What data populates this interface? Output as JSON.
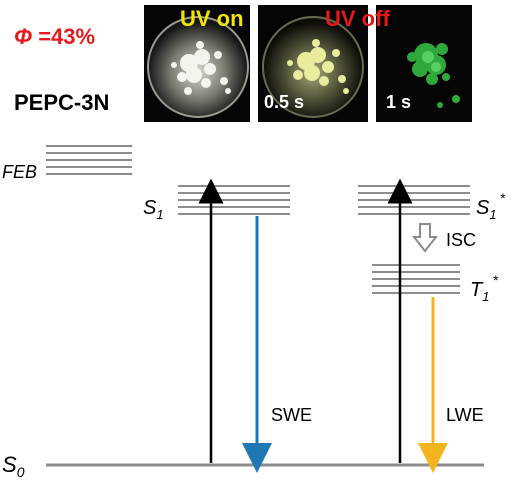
{
  "quantum_yield": {
    "symbol": "Φ",
    "value": " =43%"
  },
  "material": "PEPC-3N",
  "photos": {
    "uv_on": "UV on",
    "uv_off": "UV off",
    "time_1": "0.5 s",
    "time_2": "1 s"
  },
  "levels": {
    "feb": "FEB",
    "s0": {
      "base": "S",
      "sub": "0"
    },
    "s1": {
      "base": "S",
      "sub": "1"
    },
    "s1_star": {
      "base": "S",
      "sub": "1",
      "sup": "*"
    },
    "t1_star": {
      "base": "T",
      "sub": "1",
      "sup": "*"
    }
  },
  "processes": {
    "swe": "SWE",
    "lwe": "LWE",
    "isc": "ISC"
  },
  "colors": {
    "swe_arrow": "#1f77b4",
    "lwe_arrow": "#f2b51d",
    "level_lines": "#8c8c8c",
    "phi": "#e41a1c",
    "uv_on": "#f2e600",
    "uv_off": "#e41a1c"
  }
}
